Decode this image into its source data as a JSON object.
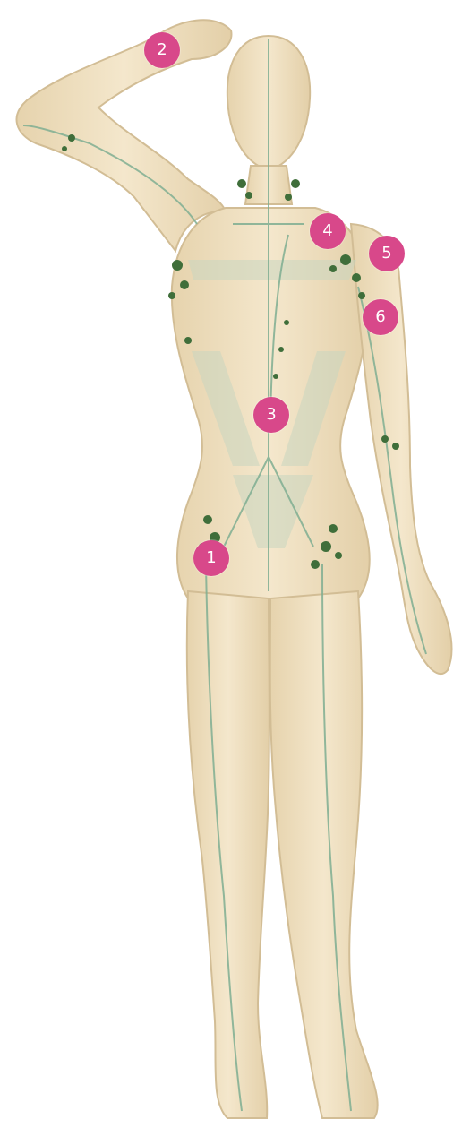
{
  "colors": {
    "skin": "#f1e3c6",
    "skin_edge": "#d9c59e",
    "lymph_vessel": "#7fae92",
    "lymph_node": "#3f6e3a",
    "trunk_overlay": "#c9d6c0",
    "marker": "#d8488a",
    "marker_text": "#ffffff"
  },
  "markers": [
    {
      "label": "1"
    },
    {
      "label": "2"
    },
    {
      "label": "3"
    },
    {
      "label": "4"
    },
    {
      "label": "5"
    },
    {
      "label": "6"
    }
  ]
}
